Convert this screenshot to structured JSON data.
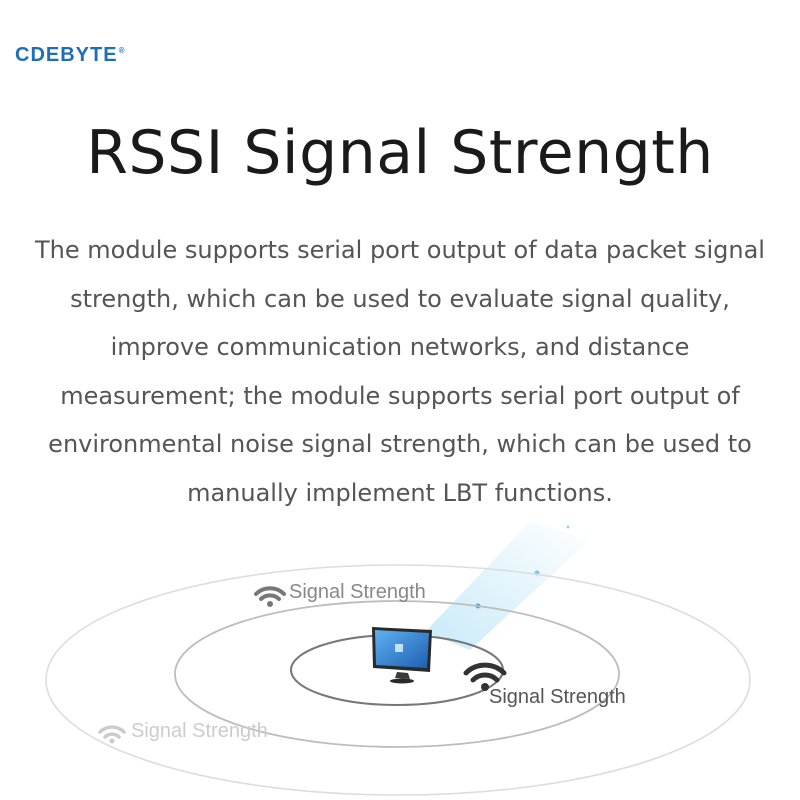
{
  "brand": {
    "name": "CDEBYTE",
    "mark": "®"
  },
  "title": "RSSI Signal Strength",
  "description": "The module supports serial port output of data packet signal strength, which can be used to evaluate signal quality, improve communication networks, and distance measurement; the module supports serial port output of environmental noise signal strength, which can be used to manually implement LBT functions.",
  "diagram": {
    "labels": {
      "top": "Signal Strength",
      "right": "Signal Strength",
      "left": "Signal Strength"
    },
    "icons": [
      "wifi-icon",
      "monitor-icon"
    ],
    "colors": {
      "ring": "#d0d0d0",
      "beam": "#bfe6f7",
      "screen": "#1e73c8"
    }
  }
}
